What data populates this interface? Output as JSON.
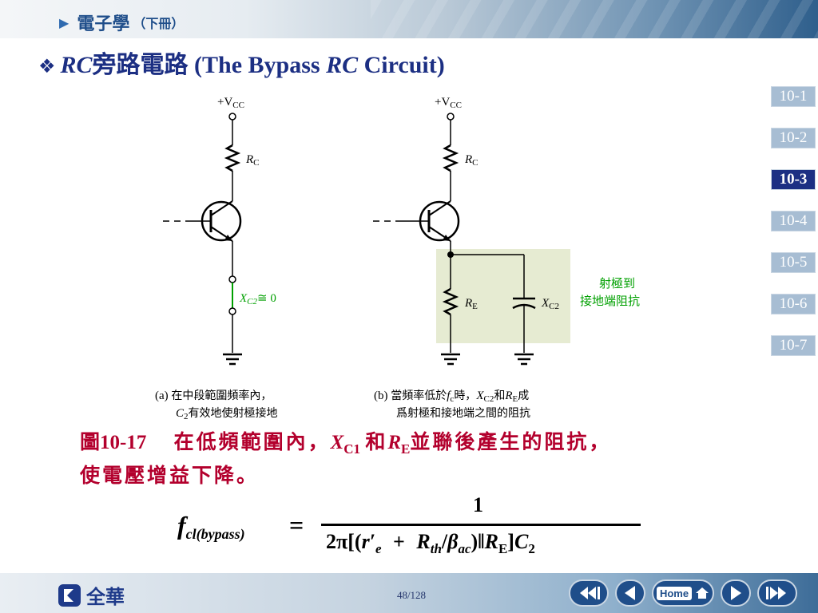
{
  "header": {
    "book_title": "電子學",
    "book_subtitle": "（下冊）"
  },
  "slide": {
    "title_rc": "RC",
    "title_zh": "旁路電路",
    "title_en_open": "(The Bypass",
    "title_en_rc": "RC",
    "title_en_close": "Circuit)"
  },
  "nav": {
    "items": [
      "10-1",
      "10-2",
      "10-3",
      "10-4",
      "10-5",
      "10-6",
      "10-7"
    ],
    "active": "10-3"
  },
  "circuit": {
    "vcc_label": "+V",
    "vcc_sub": "CC",
    "rc_label": "R",
    "rc_sub": "C",
    "re_label": "R",
    "re_sub": "E",
    "xc2_label": "X",
    "xc2_sub": "C2",
    "xc2_approx": "≅ 0",
    "annotation_line1": "射極到",
    "annotation_line2": "接地端阻抗",
    "caption_a_tag": "(a)",
    "caption_a_line1": "在中段範圍頻率內，",
    "caption_a_c2": "C",
    "caption_a_c2_sub": "2",
    "caption_a_line2": "有效地使射極接地",
    "caption_b_tag": "(b)",
    "caption_b_pre": "當頻率低於",
    "caption_b_fc": "f",
    "caption_b_fc_sub": "c",
    "caption_b_mid": "時，",
    "caption_b_x": "X",
    "caption_b_x_sub": "C2",
    "caption_b_and": "和",
    "caption_b_r": "R",
    "caption_b_r_sub": "E",
    "caption_b_end": "成",
    "caption_b_line2": "爲射極和接地端之間的阻抗"
  },
  "caption": {
    "fig": "圖10-17",
    "text1": "在低頻範圍內，",
    "x": "X",
    "x_sub": "C1",
    "and": "和",
    "r": "R",
    "r_sub": "E",
    "text2": "並聯後產生的阻抗，",
    "line2": "使電壓增益下降。"
  },
  "formula": {
    "lhs_f": "f",
    "lhs_sub": "cl(bypass)",
    "eq": "=",
    "numerator": "1",
    "den_2pi": "2π[(",
    "den_re": "r′",
    "den_re_sub": "e",
    "den_plus": "+",
    "den_rth": "R",
    "den_rth_sub": "th",
    "den_slash": "/",
    "den_beta": "β",
    "den_beta_sub": "ac",
    "den_par": ")‖",
    "den_r": "R",
    "den_r_sub": "E",
    "den_close": "]",
    "den_c": "C",
    "den_c_sub": "2"
  },
  "footer": {
    "logo_text": "全華",
    "page": "48/128",
    "home_label": "Home"
  },
  "colors": {
    "title": "#1c2f83",
    "caption": "#b3002d",
    "annotation": "#00a000",
    "shade": "#e6ebd2",
    "nav_bg": "#a7bdd3",
    "nav_active": "#1c2f83"
  }
}
